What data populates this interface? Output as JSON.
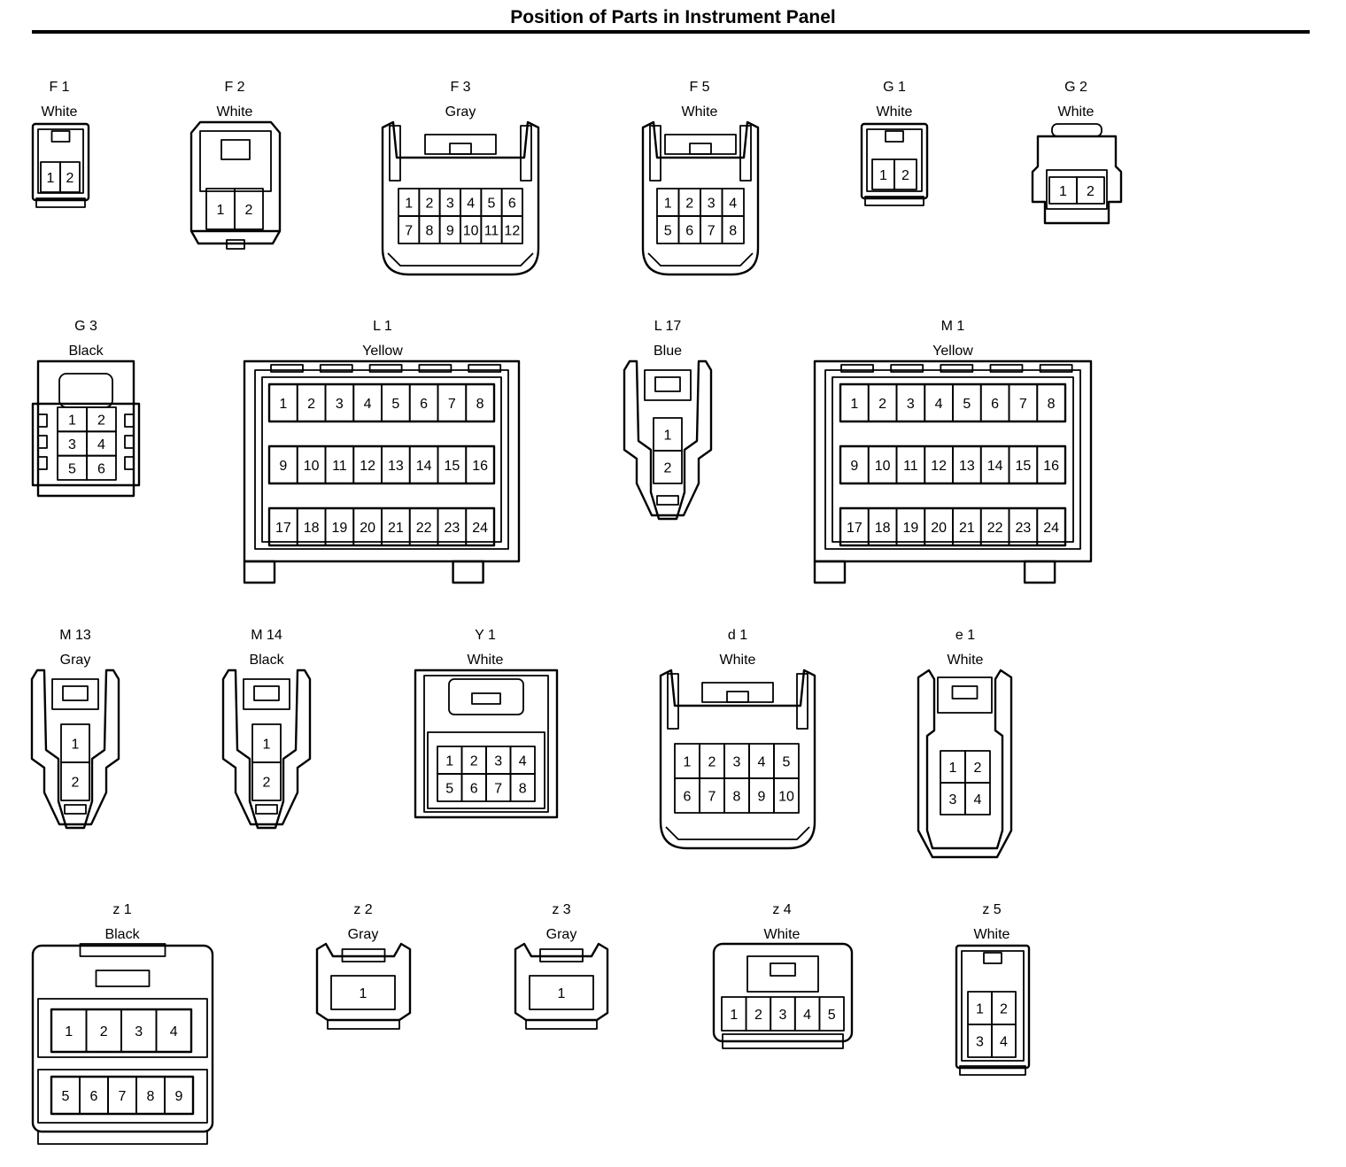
{
  "title": "Position of Parts in Instrument Panel",
  "connectors": [
    {
      "id": "F 1",
      "color": "White",
      "rows": [
        [
          "1",
          "2"
        ]
      ]
    },
    {
      "id": "F 2",
      "color": "White",
      "rows": [
        [
          "1",
          "2"
        ]
      ]
    },
    {
      "id": "F 3",
      "color": "Gray",
      "rows": [
        [
          "1",
          "2",
          "3",
          "4",
          "5",
          "6"
        ],
        [
          "7",
          "8",
          "9",
          "10",
          "11",
          "12"
        ]
      ]
    },
    {
      "id": "F 5",
      "color": "White",
      "rows": [
        [
          "1",
          "2",
          "3",
          "4"
        ],
        [
          "5",
          "6",
          "7",
          "8"
        ]
      ]
    },
    {
      "id": "G 1",
      "color": "White",
      "rows": [
        [
          "1",
          "2"
        ]
      ]
    },
    {
      "id": "G 2",
      "color": "White",
      "rows": [
        [
          "1",
          "2"
        ]
      ]
    },
    {
      "id": "G 3",
      "color": "Black",
      "rows": [
        [
          "1",
          "2"
        ],
        [
          "3",
          "4"
        ],
        [
          "5",
          "6"
        ]
      ]
    },
    {
      "id": "L 1",
      "color": "Yellow",
      "rows": [
        [
          "1",
          "2",
          "3",
          "4",
          "5",
          "6",
          "7",
          "8"
        ],
        [
          "9",
          "10",
          "11",
          "12",
          "13",
          "14",
          "15",
          "16"
        ],
        [
          "17",
          "18",
          "19",
          "20",
          "21",
          "22",
          "23",
          "24"
        ]
      ]
    },
    {
      "id": "L 17",
      "color": "Blue",
      "rows": [
        [
          "1"
        ],
        [
          "2"
        ]
      ]
    },
    {
      "id": "M 1",
      "color": "Yellow",
      "rows": [
        [
          "1",
          "2",
          "3",
          "4",
          "5",
          "6",
          "7",
          "8"
        ],
        [
          "9",
          "10",
          "11",
          "12",
          "13",
          "14",
          "15",
          "16"
        ],
        [
          "17",
          "18",
          "19",
          "20",
          "21",
          "22",
          "23",
          "24"
        ]
      ]
    },
    {
      "id": "M 13",
      "color": "Gray",
      "rows": [
        [
          "1"
        ],
        [
          "2"
        ]
      ]
    },
    {
      "id": "M 14",
      "color": "Black",
      "rows": [
        [
          "1"
        ],
        [
          "2"
        ]
      ]
    },
    {
      "id": "Y 1",
      "color": "White",
      "rows": [
        [
          "1",
          "2",
          "3",
          "4"
        ],
        [
          "5",
          "6",
          "7",
          "8"
        ]
      ]
    },
    {
      "id": "d 1",
      "color": "White",
      "rows": [
        [
          "1",
          "2",
          "3",
          "4",
          "5"
        ],
        [
          "6",
          "7",
          "8",
          "9",
          "10"
        ]
      ]
    },
    {
      "id": "e 1",
      "color": "White",
      "rows": [
        [
          "1",
          "2"
        ],
        [
          "3",
          "4"
        ]
      ]
    },
    {
      "id": "z 1",
      "color": "Black",
      "rows": [
        [
          "1",
          "2",
          "3",
          "4"
        ],
        [
          "5",
          "6",
          "7",
          "8",
          "9"
        ]
      ]
    },
    {
      "id": "z 2",
      "color": "Gray",
      "rows": [
        [
          "1"
        ]
      ]
    },
    {
      "id": "z 3",
      "color": "Gray",
      "rows": [
        [
          "1"
        ]
      ]
    },
    {
      "id": "z 4",
      "color": "White",
      "rows": [
        [
          "1",
          "2",
          "3",
          "4",
          "5"
        ]
      ]
    },
    {
      "id": "z 5",
      "color": "White",
      "rows": [
        [
          "1",
          "2"
        ],
        [
          "3",
          "4"
        ]
      ]
    }
  ]
}
